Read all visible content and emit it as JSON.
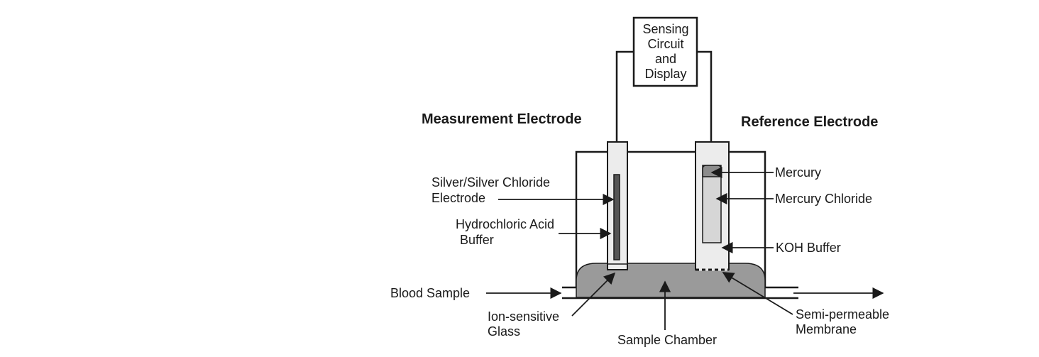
{
  "diagram": {
    "circuit_box": [
      "Sensing",
      "Circuit",
      "and",
      "Display"
    ],
    "measurement_title": "Measurement Electrode",
    "reference_title": "Reference Electrode",
    "left_labels": {
      "silver_line1": "Silver/Silver Chloride",
      "silver_line2": "Electrode",
      "hcl_line1": "Hydrochloric Acid",
      "hcl_line2": "Buffer",
      "blood": "Blood Sample",
      "ion_line1": "Ion-sensitive",
      "ion_line2": "Glass"
    },
    "right_labels": {
      "mercury": "Mercury",
      "mercury_chloride": "Mercury Chloride",
      "koh": "KOH Buffer",
      "membrane_line1": "Semi-permeable",
      "membrane_line2": "Membrane"
    },
    "bottom_label": "Sample Chamber"
  },
  "colors": {
    "line": "#1a1a1a",
    "chamber_fill": "#9a9a9a",
    "tube_fill": "#ececec",
    "inner_fill": "#d6d6d6",
    "mercury_fill": "#8c8c8c",
    "electrode_rod": "#555555"
  }
}
